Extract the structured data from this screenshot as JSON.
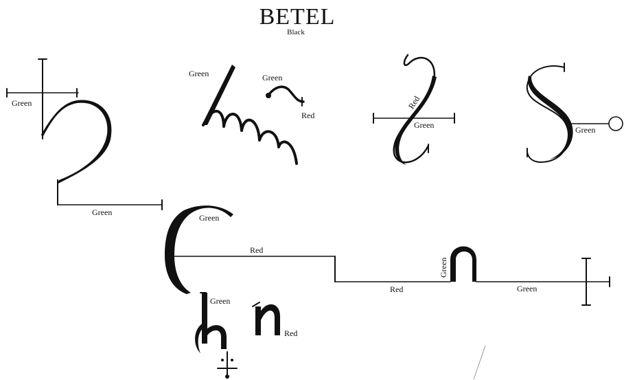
{
  "title": "BETEL",
  "subtitle": "Black",
  "glyph1": {
    "label_cross": "Green",
    "label_base": "Green"
  },
  "glyph2": {
    "label_stroke": "Green",
    "label_tilde_top": "Green",
    "label_tilde_side": "Red"
  },
  "glyph3": {
    "label_diag": "Red",
    "label_bar": "Green"
  },
  "glyph4": {
    "label_tail": "Green"
  },
  "glyph5": {
    "label_arc": "Green",
    "label_line_upper": "Red",
    "label_line_lower": "Red",
    "label_hump": "Green",
    "label_line_end": "Green",
    "label_stem": "Green",
    "label_n": "Red"
  },
  "colors": {
    "ink": "#111111",
    "background": "#ffffff"
  }
}
